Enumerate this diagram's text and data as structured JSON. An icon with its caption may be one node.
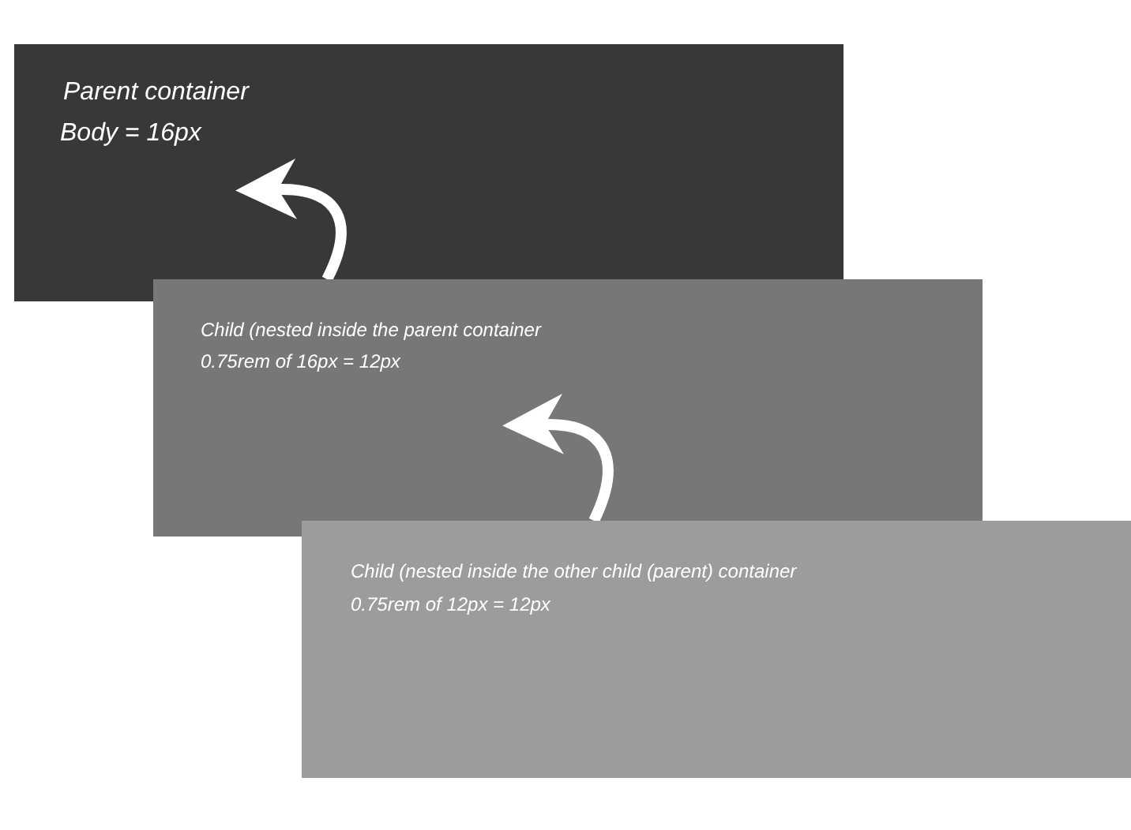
{
  "diagram": {
    "nodes": [
      {
        "text": [
          "Parent container",
          "Body = 16px"
        ]
      },
      {
        "text": [
          "Child (nested inside the parent container",
          "0.75rem of 16px = 12px"
        ]
      },
      {
        "text": [
          "Child (nested inside the other child (parent) container",
          "0.75rem of 12px = 12px"
        ]
      }
    ],
    "edges": [
      {
        "from": 1,
        "to": 0,
        "arrow": "to"
      },
      {
        "from": 2,
        "to": 1,
        "arrow": "to"
      }
    ]
  }
}
